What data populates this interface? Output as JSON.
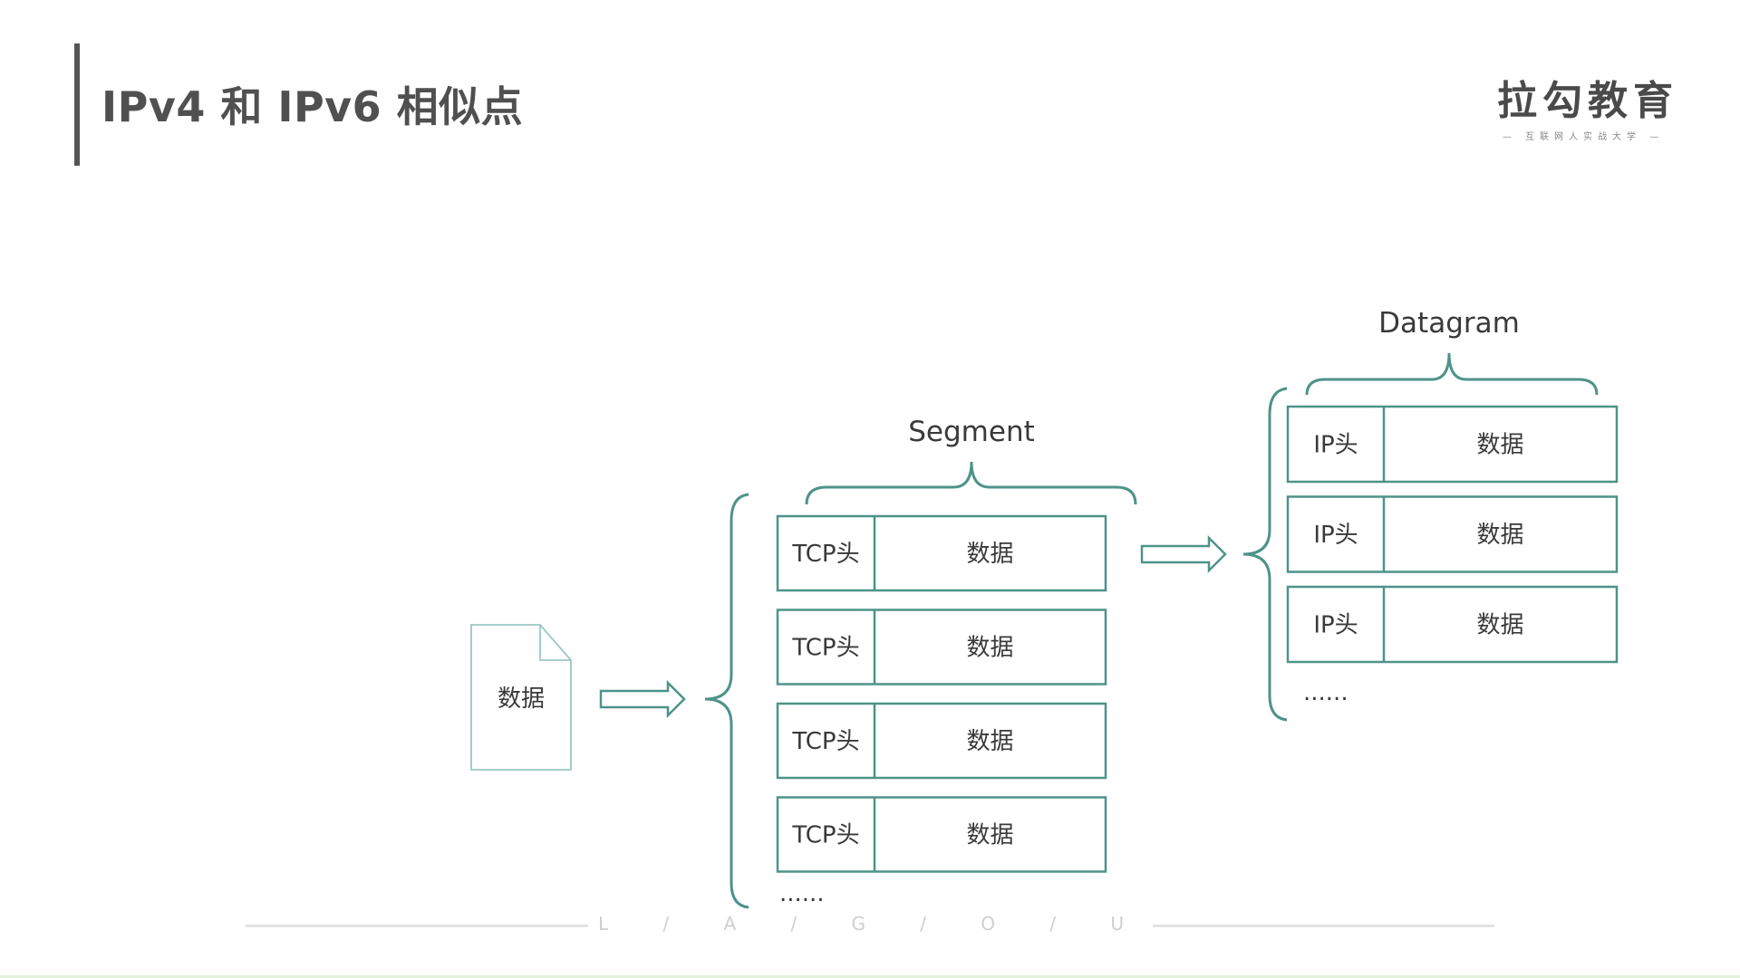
{
  "header": {
    "title": "IPv4 和 IPv6 相似点"
  },
  "logo": {
    "name": "拉勾教育",
    "tagline": "— 互联网人实战大学 —"
  },
  "diagram": {
    "source": {
      "label": "数据",
      "icon": "document-icon"
    },
    "segment": {
      "label": "Segment",
      "rows": [
        {
          "header": "TCP头",
          "data": "数据"
        },
        {
          "header": "TCP头",
          "data": "数据"
        },
        {
          "header": "TCP头",
          "data": "数据"
        },
        {
          "header": "TCP头",
          "data": "数据"
        }
      ],
      "ellipsis": "......"
    },
    "datagram": {
      "label": "Datagram",
      "rows": [
        {
          "header": "IP头",
          "data": "数据"
        },
        {
          "header": "IP头",
          "data": "数据"
        },
        {
          "header": "IP头",
          "data": "数据"
        }
      ],
      "ellipsis": "......"
    },
    "colors": {
      "stroke": "#4e9389",
      "file_stroke": "#9cc7c1",
      "text": "#3a3a3a"
    }
  },
  "footer": {
    "letters": [
      "L",
      "/",
      "A",
      "/",
      "G",
      "/",
      "O",
      "/",
      "U"
    ]
  }
}
